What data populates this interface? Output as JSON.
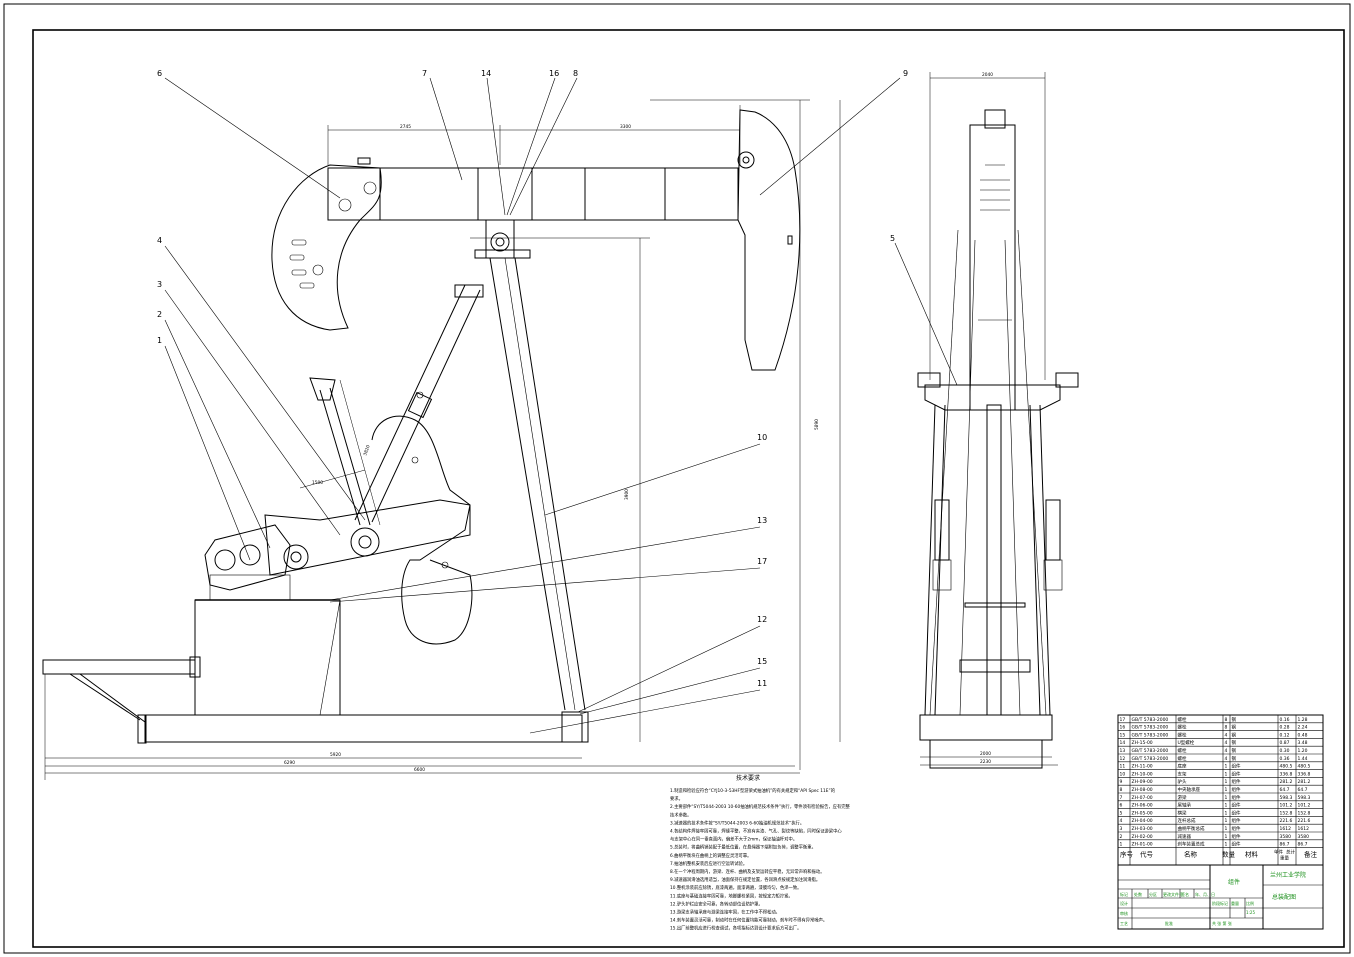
{
  "part_labels": [
    "6",
    "7",
    "14",
    "16",
    "8",
    "9",
    "4",
    "3",
    "2",
    "1",
    "5",
    "10",
    "13",
    "17",
    "12",
    "15",
    "11"
  ],
  "dimensions": {
    "beam_left": "2745",
    "beam_right": "3300",
    "top_view_width": "2040",
    "frame_height": "3900",
    "overall_height": "5890",
    "crank_arm": "1500",
    "link": "3820",
    "base_length": "5920",
    "overall_length": "6290",
    "total_length": "6600",
    "side_base_1": "2000",
    "side_base_2": "2230"
  },
  "notes": {
    "heading": "技术要求",
    "lines": [
      "1.制造和检验应符合“CYJ10-3-53HF型游梁式抽油机”的有关规定和“API Spec 11E”的",
      "要求。",
      "2.主要部件“SY/T5044-2003 10-60抽油机规范技术条件”执行，零件须有检验报告，应有完整",
      "技术参数。",
      "3.减速器的技术条件按“SY/T5044-2003 6-60抽油机规范技术”执行。",
      "4.各结构件焊接牢固可靠，焊缝平整，不准有夹渣、气孔、裂纹等缺陷，同时保证游梁中心",
      "与支架中心在同一垂直面内，偏差不大于2mm，保证抽油杆对中。",
      "5.总装时，将曲柄销装配于最低位置，在悬绳器下端附加负荷，调整平衡重。",
      "6.曲柄平衡块在曲柄上的调整应灵活可靠。",
      "7.抽油机整机安装后应进行空运转试验。",
      "8.在一个冲程周期内，游梁、连杆、曲柄及支架运转应平稳，无异常声响和振动。",
      "9.减速器润滑油选用适当，油面保持在规定位置，各润滑点按规定加注润滑脂。",
      "10.整机涂装前应除锈，底漆两遍，面漆两遍，漆膜均匀，色泽一致。",
      "11.底座与基础连接牢固可靠，地脚螺栓紧固，按规定力矩拧紧。",
      "12.驴头护栏应安全可靠，各转动部位设防护罩。",
      "13.游梁支承轴承座与游梁连接牢固，在工作中不得松动。",
      "14.刹车装置灵活可靠，制动时在任何位置均能可靠制动，刹车时不得有异常噪声。",
      "15.出厂前整机应进行检查调试，各项指标达到设计要求后方可出厂。"
    ]
  },
  "bom": {
    "headers": [
      "序号",
      "代号",
      "名称",
      "数量",
      "材料",
      "单件",
      "总计",
      "重量",
      "备注"
    ],
    "rows": [
      [
        "17",
        "GB/T 5783-2000",
        "螺栓",
        "8",
        "钢",
        "0.16",
        "1.28"
      ],
      [
        "16",
        "GB/T 5783-2000",
        "螺栓",
        "8",
        "钢",
        "0.28",
        "2.24"
      ],
      [
        "15",
        "GB/T 5783-2000",
        "螺栓",
        "4",
        "钢",
        "0.12",
        "0.48"
      ],
      [
        "14",
        "ZH-15-00",
        "U型螺栓",
        "4",
        "钢",
        "0.87",
        "3.48"
      ],
      [
        "13",
        "GB/T 5783-2000",
        "螺栓",
        "4",
        "钢",
        "0.30",
        "1.20"
      ],
      [
        "12",
        "GB/T 5783-2000",
        "螺栓",
        "4",
        "钢",
        "0.36",
        "1.44"
      ],
      [
        "11",
        "ZH-11-00",
        "底座",
        "1",
        "组件",
        "480.5",
        "480.5"
      ],
      [
        "10",
        "ZH-10-00",
        "支架",
        "1",
        "组件",
        "336.8",
        "336.8"
      ],
      [
        "9",
        "ZH-09-00",
        "驴头",
        "1",
        "组件",
        "281.2",
        "281.2"
      ],
      [
        "8",
        "ZH-08-00",
        "中央轴承座",
        "1",
        "组件",
        "64.7",
        "64.7"
      ],
      [
        "7",
        "ZH-07-00",
        "游梁",
        "1",
        "组件",
        "598.3",
        "598.3"
      ],
      [
        "6",
        "ZH-06-00",
        "尾轴承",
        "1",
        "组件",
        "101.2",
        "101.2"
      ],
      [
        "5",
        "ZH-05-00",
        "横梁",
        "1",
        "组件",
        "152.8",
        "152.8"
      ],
      [
        "4",
        "ZH-04-00",
        "连杆总成",
        "1",
        "组件",
        "221.6",
        "221.6"
      ],
      [
        "3",
        "ZH-03-00",
        "曲柄平衡总成",
        "1",
        "组件",
        "1612",
        "1612"
      ],
      [
        "2",
        "ZH-02-00",
        "减速器",
        "1",
        "组件",
        "3580",
        "3580"
      ],
      [
        "1",
        "ZH-01-00",
        "刹车装置总成",
        "1",
        "组件",
        "86.7",
        "86.7"
      ]
    ]
  },
  "title_block": {
    "school": "兰州工业学院",
    "drawing_name": "总装配图",
    "material": "组件",
    "scale_label": "比例",
    "scale": "1:25",
    "sheet_label": "共 张 第 张",
    "left_cells": [
      "标记",
      "处数",
      "分区",
      "更改文件号",
      "签名",
      "年、月、日"
    ],
    "role_cells": [
      "设计",
      "审核",
      "工艺",
      "批准"
    ],
    "stage_cells": [
      "阶段标记",
      "重量",
      "比例"
    ]
  }
}
